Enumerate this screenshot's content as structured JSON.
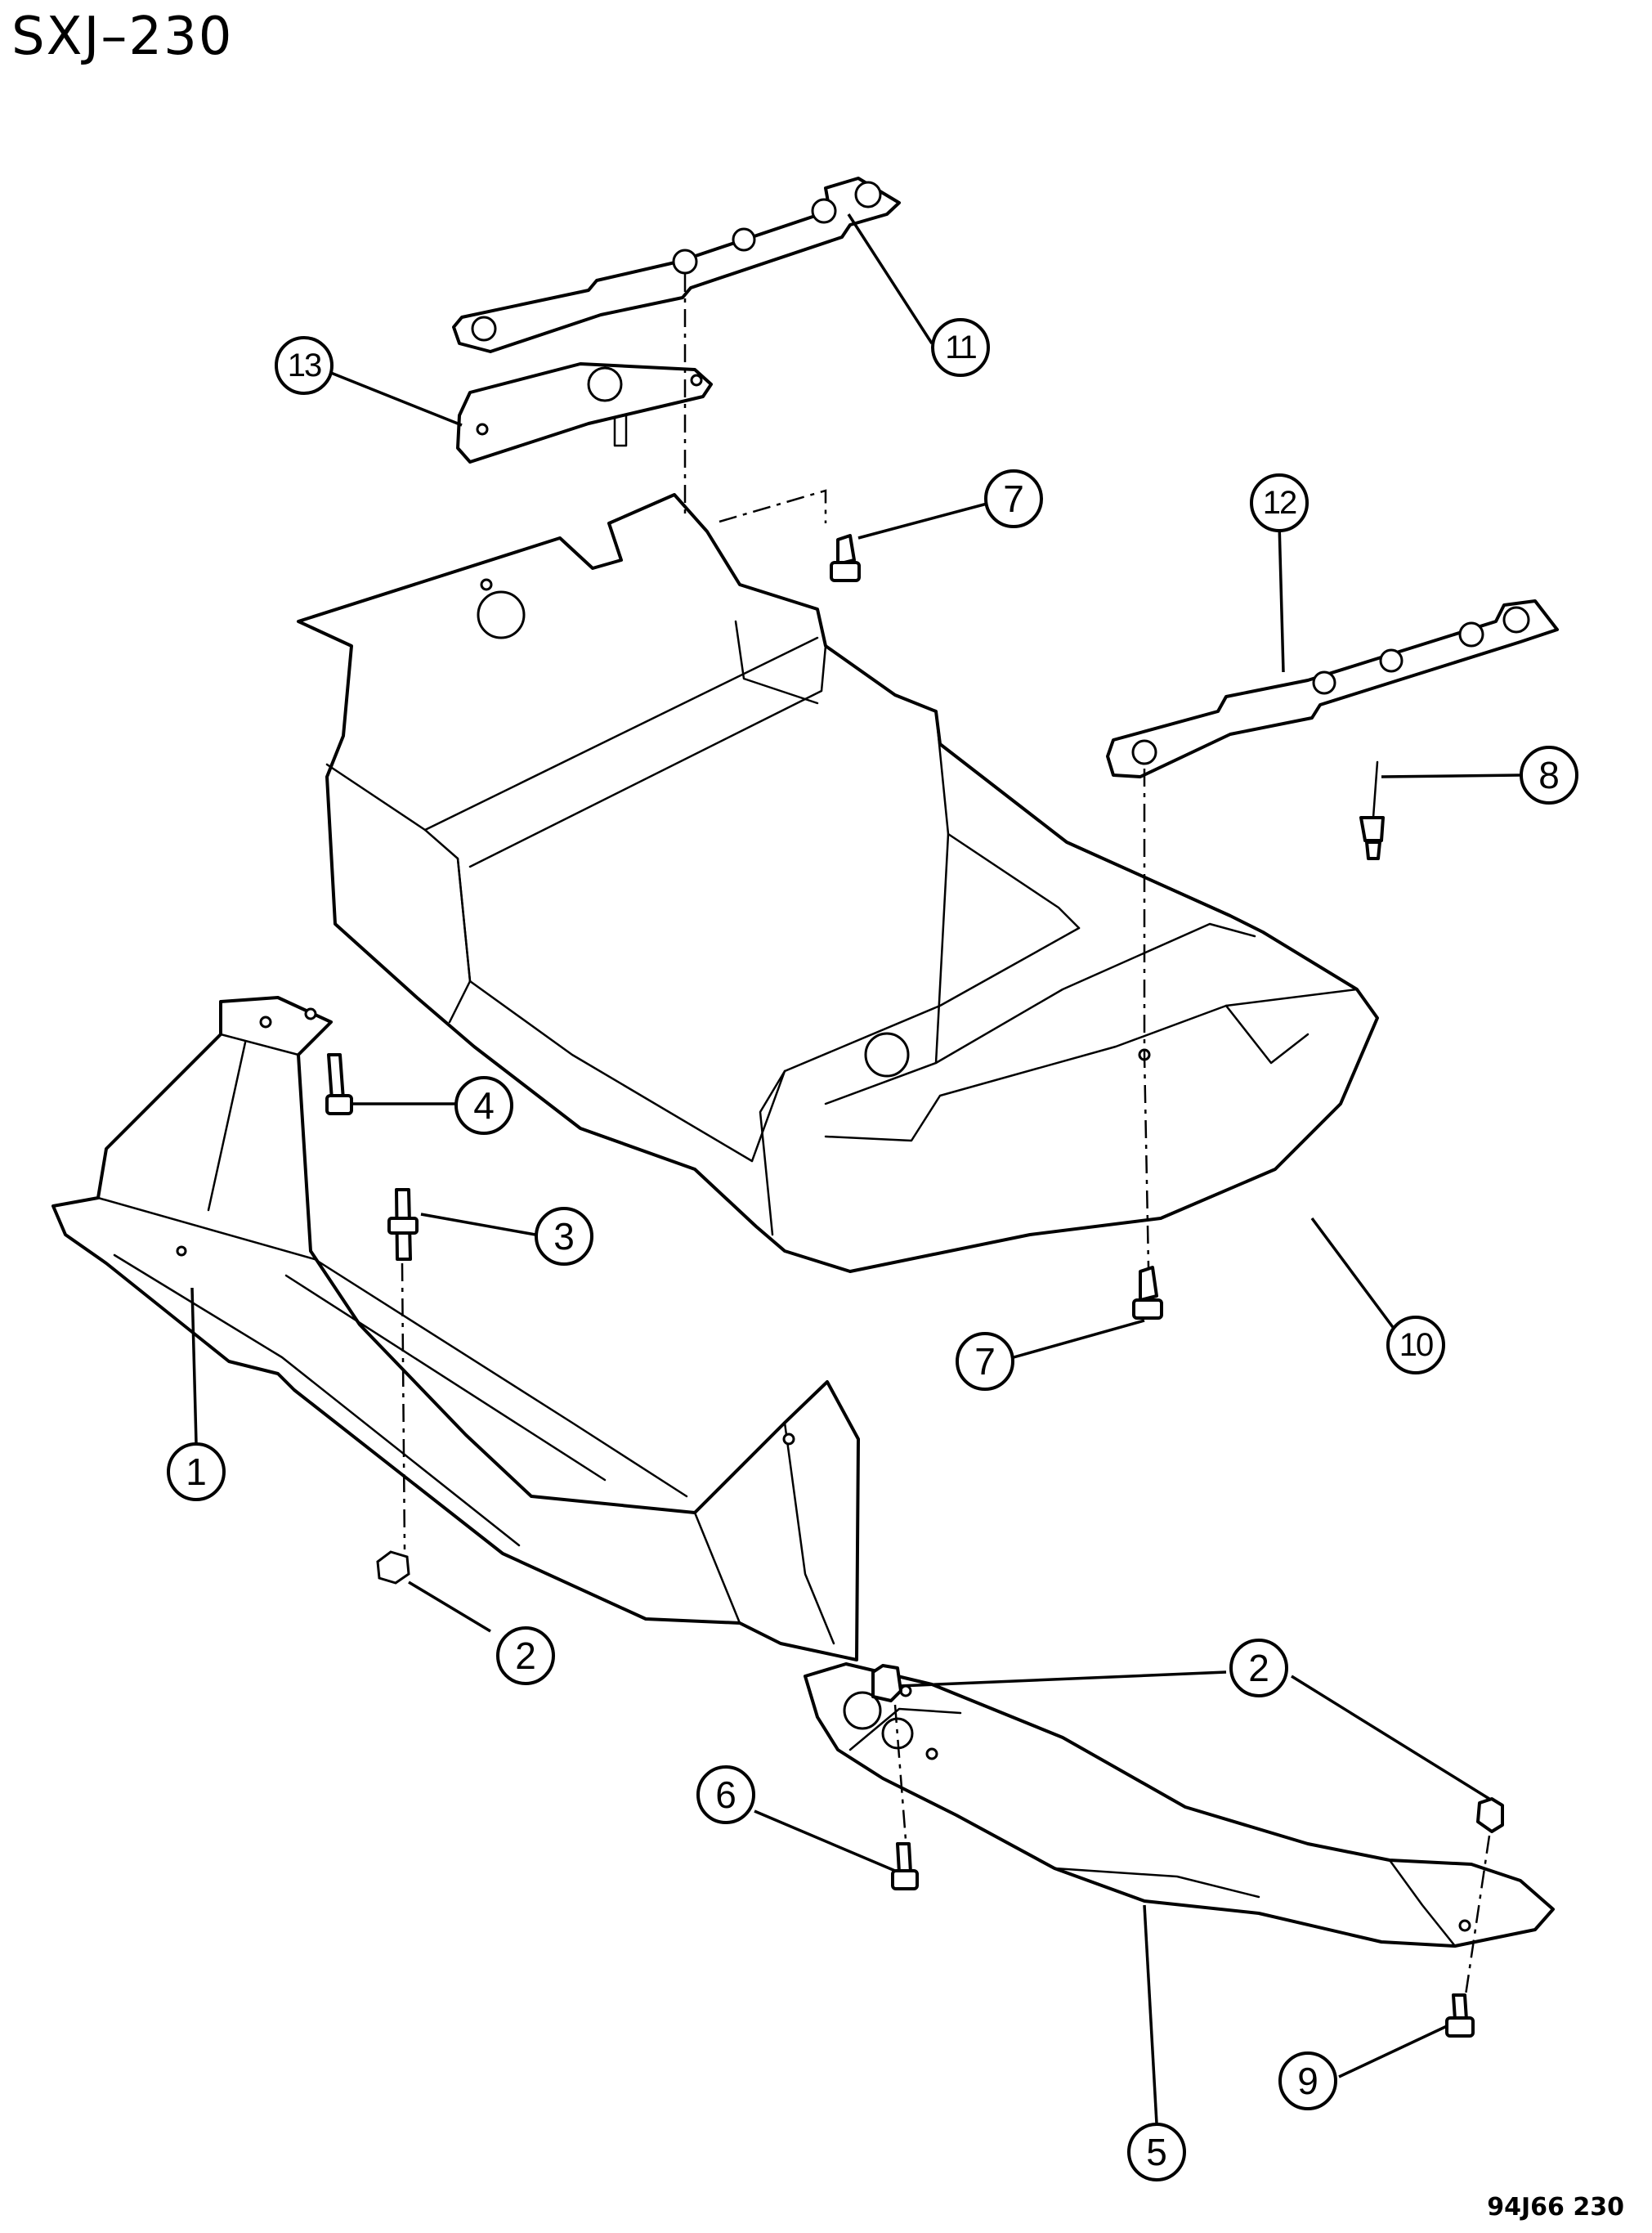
{
  "diagram": {
    "reference": "SXJ–230",
    "code": "94J66  230"
  },
  "callouts": [
    {
      "id": "c1",
      "label": "1"
    },
    {
      "id": "c2a",
      "label": "2"
    },
    {
      "id": "c2b",
      "label": "2"
    },
    {
      "id": "c3",
      "label": "3"
    },
    {
      "id": "c4",
      "label": "4"
    },
    {
      "id": "c5",
      "label": "5"
    },
    {
      "id": "c6",
      "label": "6"
    },
    {
      "id": "c7a",
      "label": "7"
    },
    {
      "id": "c7b",
      "label": "7"
    },
    {
      "id": "c8",
      "label": "8"
    },
    {
      "id": "c9",
      "label": "9"
    },
    {
      "id": "c10",
      "label": "10"
    },
    {
      "id": "c11",
      "label": "11"
    },
    {
      "id": "c12",
      "label": "12"
    },
    {
      "id": "c13",
      "label": "13"
    }
  ]
}
